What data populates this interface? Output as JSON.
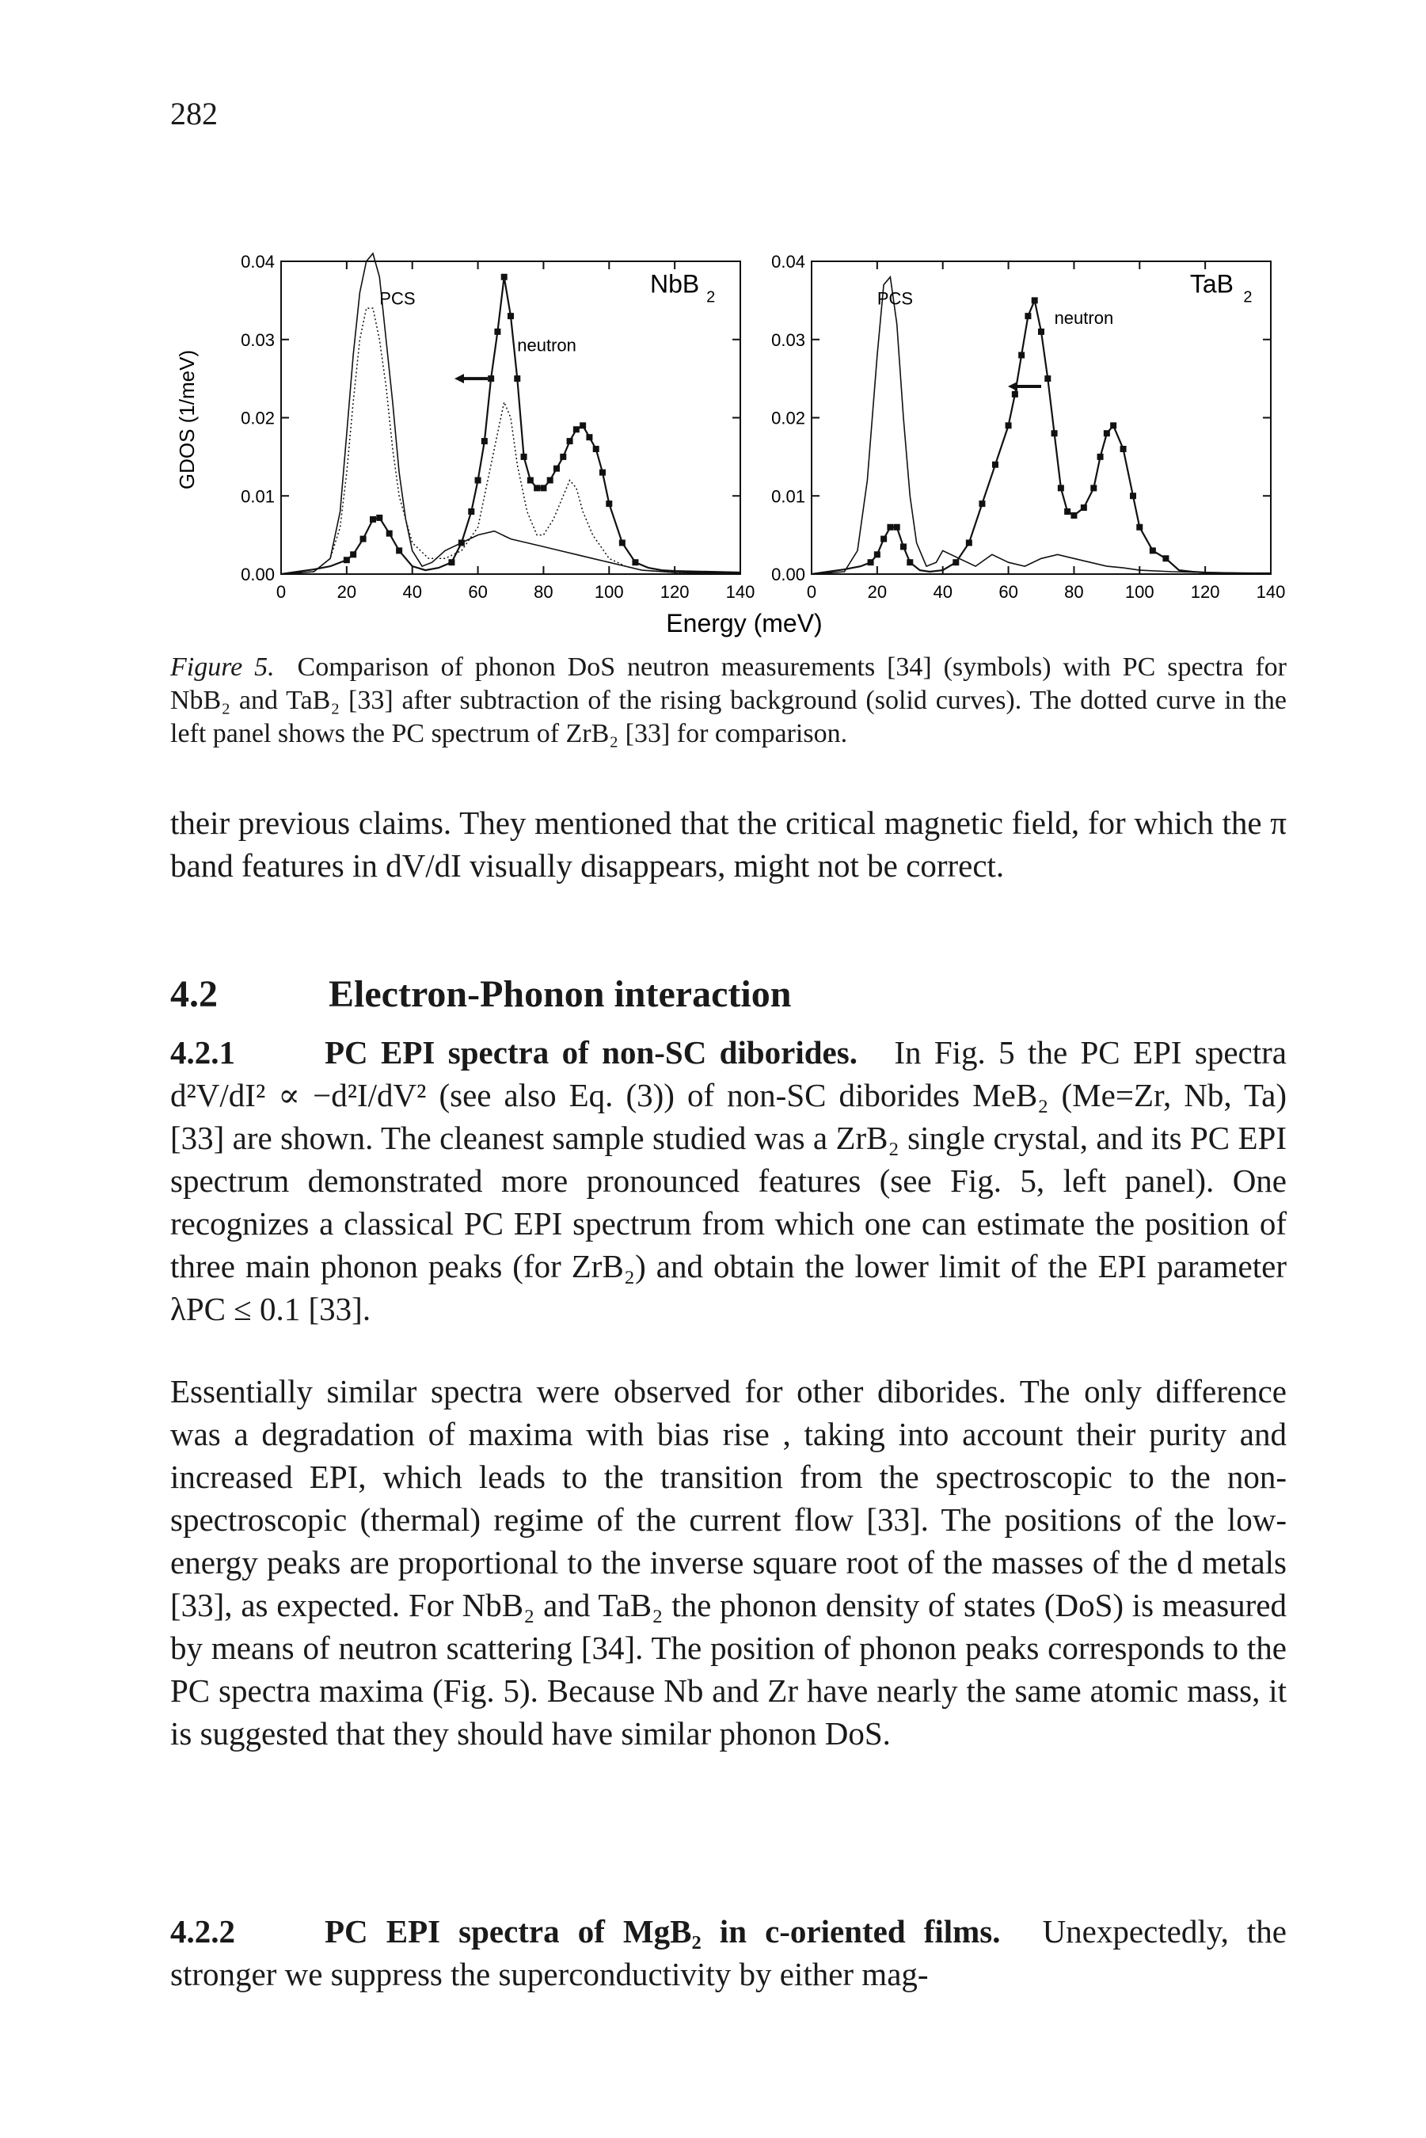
{
  "page": {
    "number": "282"
  },
  "figure": {
    "y_axis_label": "GDOS (1/meV)",
    "x_axis_label": "Energy (meV)",
    "panels": [
      {
        "title": "NbB",
        "title_sub": "2",
        "pcs_label": "PCS",
        "neutron_label": "neutron",
        "y_ticks": [
          "0.04",
          "0.03",
          "0.02",
          "0.01",
          "0.00"
        ],
        "x_ticks": [
          "0",
          "20",
          "40",
          "60",
          "80",
          "100",
          "120",
          "140"
        ]
      },
      {
        "title": "TaB",
        "title_sub": "2",
        "pcs_label": "PCS",
        "neutron_label": "neutron",
        "y_ticks": [
          "0.04",
          "0.03",
          "0.02",
          "0.01",
          "0.00"
        ],
        "x_ticks": [
          "0",
          "20",
          "40",
          "60",
          "80",
          "100",
          "120",
          "140"
        ]
      }
    ]
  },
  "chart_data": [
    {
      "type": "line",
      "title": "NbB2",
      "xlabel": "Energy (meV)",
      "ylabel": "GDOS (1/meV)",
      "xlim": [
        0,
        140
      ],
      "ylim": [
        0,
        0.04
      ],
      "series": [
        {
          "name": "neutron",
          "style": "line-with-square-markers",
          "x": [
            0,
            5,
            10,
            15,
            20,
            22,
            25,
            28,
            30,
            33,
            36,
            40,
            44,
            48,
            52,
            55,
            58,
            60,
            62,
            64,
            66,
            68,
            70,
            72,
            74,
            76,
            78,
            80,
            82,
            84,
            86,
            88,
            90,
            92,
            94,
            96,
            98,
            100,
            104,
            108,
            112,
            116,
            120,
            130,
            140
          ],
          "y": [
            0.0,
            0.0003,
            0.0006,
            0.001,
            0.0018,
            0.0025,
            0.0045,
            0.007,
            0.0072,
            0.0052,
            0.003,
            0.001,
            0.0005,
            0.0008,
            0.0015,
            0.004,
            0.008,
            0.012,
            0.017,
            0.025,
            0.031,
            0.038,
            0.033,
            0.025,
            0.015,
            0.012,
            0.011,
            0.011,
            0.012,
            0.0135,
            0.015,
            0.017,
            0.0185,
            0.019,
            0.0175,
            0.016,
            0.013,
            0.009,
            0.004,
            0.0015,
            0.0008,
            0.0005,
            0.0004,
            0.0003,
            0.0002
          ]
        },
        {
          "name": "PCS",
          "style": "solid",
          "x": [
            0,
            10,
            15,
            18,
            20,
            22,
            24,
            26,
            28,
            30,
            32,
            34,
            36,
            38,
            40,
            43,
            46,
            50,
            55,
            60,
            65,
            70,
            75,
            80,
            85,
            90,
            95,
            100,
            105,
            110,
            120,
            140
          ],
          "y": [
            0.0,
            0.0003,
            0.002,
            0.008,
            0.018,
            0.028,
            0.036,
            0.04,
            0.041,
            0.038,
            0.03,
            0.022,
            0.013,
            0.007,
            0.003,
            0.001,
            0.0015,
            0.003,
            0.004,
            0.005,
            0.0055,
            0.0045,
            0.004,
            0.0035,
            0.003,
            0.0025,
            0.002,
            0.0015,
            0.001,
            0.0005,
            0.0002,
            0.0001
          ]
        },
        {
          "name": "ZrB2 PC spectrum",
          "style": "dotted",
          "x": [
            0,
            10,
            15,
            18,
            20,
            22,
            24,
            26,
            28,
            30,
            32,
            34,
            36,
            40,
            45,
            50,
            55,
            60,
            63,
            66,
            68,
            70,
            72,
            75,
            78,
            80,
            83,
            86,
            88,
            90,
            92,
            95,
            100,
            105,
            110,
            120,
            140
          ],
          "y": [
            0.0,
            0.0003,
            0.002,
            0.006,
            0.013,
            0.022,
            0.03,
            0.034,
            0.034,
            0.03,
            0.024,
            0.016,
            0.01,
            0.004,
            0.002,
            0.002,
            0.003,
            0.006,
            0.012,
            0.018,
            0.022,
            0.02,
            0.014,
            0.008,
            0.005,
            0.005,
            0.007,
            0.01,
            0.012,
            0.011,
            0.008,
            0.005,
            0.002,
            0.001,
            0.0005,
            0.0002,
            0.0001
          ]
        }
      ]
    },
    {
      "type": "line",
      "title": "TaB2",
      "xlabel": "Energy (meV)",
      "ylabel": "GDOS (1/meV)",
      "xlim": [
        0,
        140
      ],
      "ylim": [
        0,
        0.04
      ],
      "series": [
        {
          "name": "neutron",
          "style": "line-with-square-markers",
          "x": [
            0,
            5,
            10,
            15,
            18,
            20,
            22,
            24,
            26,
            28,
            30,
            33,
            36,
            40,
            44,
            48,
            52,
            56,
            60,
            62,
            64,
            66,
            68,
            70,
            72,
            74,
            76,
            78,
            80,
            83,
            86,
            88,
            90,
            92,
            95,
            98,
            100,
            104,
            108,
            112,
            116,
            120,
            130,
            140
          ],
          "y": [
            0.0,
            0.0003,
            0.0006,
            0.001,
            0.0015,
            0.0025,
            0.0045,
            0.006,
            0.006,
            0.0035,
            0.0015,
            0.0005,
            0.0003,
            0.0005,
            0.0015,
            0.004,
            0.009,
            0.014,
            0.019,
            0.023,
            0.028,
            0.033,
            0.035,
            0.031,
            0.025,
            0.018,
            0.011,
            0.008,
            0.0075,
            0.0085,
            0.011,
            0.015,
            0.018,
            0.019,
            0.016,
            0.01,
            0.006,
            0.003,
            0.002,
            0.0005,
            0.0003,
            0.0002,
            0.0001,
            0.0001
          ]
        },
        {
          "name": "PCS",
          "style": "solid",
          "x": [
            0,
            10,
            14,
            17,
            20,
            22,
            24,
            26,
            28,
            30,
            32,
            35,
            38,
            40,
            45,
            50,
            55,
            60,
            65,
            70,
            75,
            80,
            85,
            90,
            95,
            100,
            110,
            120,
            140
          ],
          "y": [
            0.0,
            0.0003,
            0.003,
            0.012,
            0.028,
            0.037,
            0.038,
            0.032,
            0.02,
            0.01,
            0.004,
            0.001,
            0.0015,
            0.003,
            0.002,
            0.001,
            0.0025,
            0.0015,
            0.001,
            0.002,
            0.0025,
            0.002,
            0.0015,
            0.001,
            0.0008,
            0.0005,
            0.0003,
            0.0002,
            0.0001
          ]
        }
      ]
    }
  ],
  "caption": {
    "label": "Figure 5.",
    "text": "Comparison of phonon DoS neutron measurements [34] (symbols) with PC spectra for NbB₂ and TaB₂ [33] after subtraction of the rising background (solid curves). The dotted curve in the left panel shows the PC spectrum of ZrB₂ [33] for comparison."
  },
  "body": {
    "para1": "their previous claims. They mentioned that the critical magnetic field, for which the π band features in dV/dI visually disappears, might not be correct.",
    "section_num": "4.2",
    "section_title": "Electron-Phonon interaction",
    "sub1_num": "4.2.1",
    "sub1_title": "PC EPI spectra of non-SC diborides.",
    "para2": "In Fig. 5 the PC EPI spectra d²V/dI² ∝ −d²I/dV² (see also Eq. (3)) of non-SC diborides MeB₂ (Me=Zr, Nb, Ta) [33] are shown. The cleanest sample studied was a ZrB₂ single crystal, and its PC EPI spectrum demonstrated more pronounced features (see Fig. 5, left panel). One recognizes a classical PC EPI spectrum from which one can estimate the position of three main phonon peaks (for ZrB₂) and obtain the lower limit of the EPI parameter λPC ≤ 0.1 [33].",
    "para3": "Essentially similar spectra were observed for other diborides. The only difference was a degradation of maxima with bias rise , taking into account their purity and increased EPI, which leads to the transition from the spectroscopic to the non-spectroscopic (thermal) regime of the current flow [33]. The positions of the low-energy peaks are proportional to the inverse square root of the masses of the d metals [33], as expected. For NbB₂ and TaB₂ the phonon density of states (DoS) is measured by means of neutron scattering [34]. The position of phonon peaks corresponds to the PC spectra maxima (Fig. 5). Because Nb and Zr have nearly the same atomic mass, it is suggested that they should have similar phonon DoS.",
    "sub2_num": "4.2.2",
    "sub2_title": "PC EPI spectra of MgB₂ in c-oriented films.",
    "para4": "Unexpectedly, the stronger we suppress the superconductivity by either mag-"
  }
}
